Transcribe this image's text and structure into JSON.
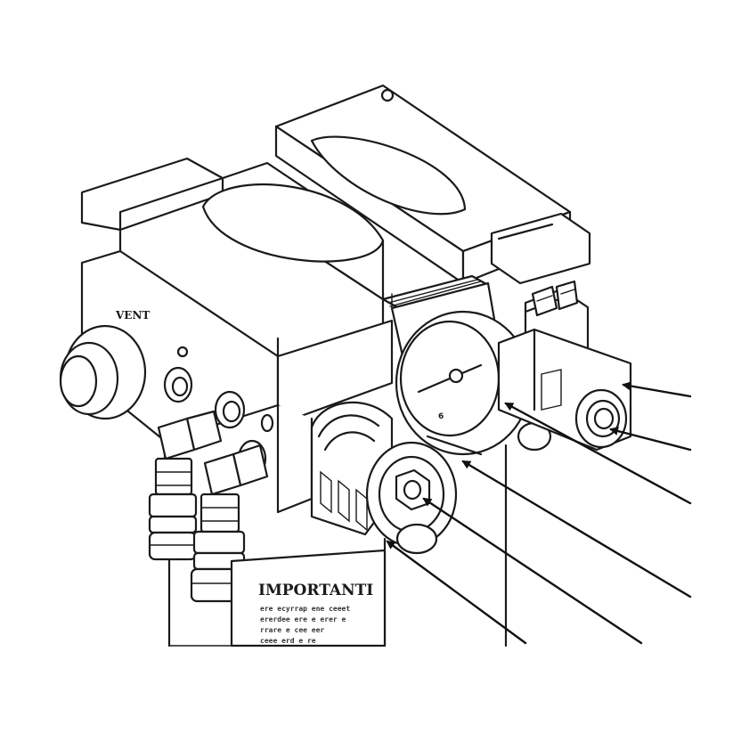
{
  "labels": {
    "vent": "VENT",
    "important_title": "IMPORTANTI",
    "important_lines": [
      "ere ecyrrap ene ceeet",
      "ererdee ere e erer e",
      "rrare e cee eer",
      "ceee erd e re"
    ],
    "gauge_mark": "6"
  },
  "colors": {
    "line": "#1a1a1a",
    "background": "#ffffff"
  }
}
